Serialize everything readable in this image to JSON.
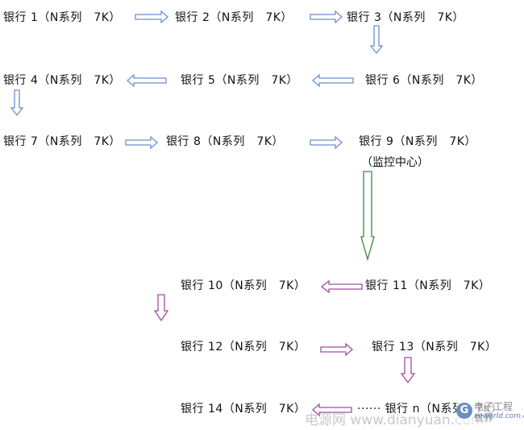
{
  "nodes": {
    "b1": "银行 1（N系列　7K）",
    "b2": "银行 2（N系列　7K）",
    "b3": "银行 3（N系列　7K）",
    "b4": "银行 4（N系列　7K）",
    "b5": "银行 5（N系列　7K）",
    "b6": "银行 6（N系列　7K）",
    "b7": "银行 7（N系列　7K）",
    "b8": "银行 8（N系列　7K）",
    "b9": "银行 9（N系列　7K）",
    "b9_sub": "（监控中心）",
    "b10": "银行 10（N系列　7K）",
    "b11": "银行 11（N系列　7K）",
    "b12": "银行 12（N系列　7K）",
    "b13": "银行 13（N系列　7K）",
    "b14": "银行 14（N系列　7K）",
    "bn": "······  银行 n（N系列　7K）"
  },
  "colors": {
    "blue_arrow": "#6b8fcf",
    "green_arrow": "#3a8a3a",
    "purple_arrow": "#a34aa3"
  },
  "watermark": {
    "text": "电源网 www.dianyuan.com",
    "logo_letter": "G",
    "logo_cn": "电子工程世界",
    "logo_url": "eeworld.com.cn"
  }
}
